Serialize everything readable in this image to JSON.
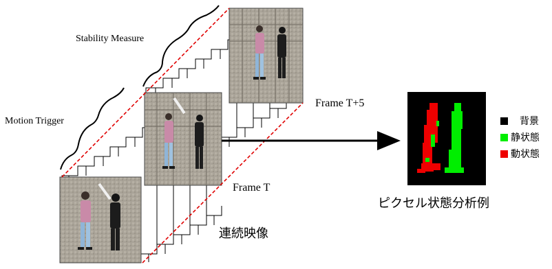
{
  "labels": {
    "stability_measure": "Stability Measure",
    "motion_trigger": "Motion Trigger",
    "frame_t5": "Frame T+5",
    "frame_t": "Frame T",
    "sequence": "連続映像",
    "analysis_example": "ピクセル状態分析例"
  },
  "legend": [
    {
      "label": "背景",
      "color": "#000000"
    },
    {
      "label": "静状態",
      "color": "#00ee00"
    },
    {
      "label": "動状態",
      "color": "#ee0000"
    }
  ],
  "colors": {
    "trigger_line": "#e00000",
    "static_state": "#00ee00",
    "moving_state": "#ee0000",
    "background_state": "#000000"
  }
}
